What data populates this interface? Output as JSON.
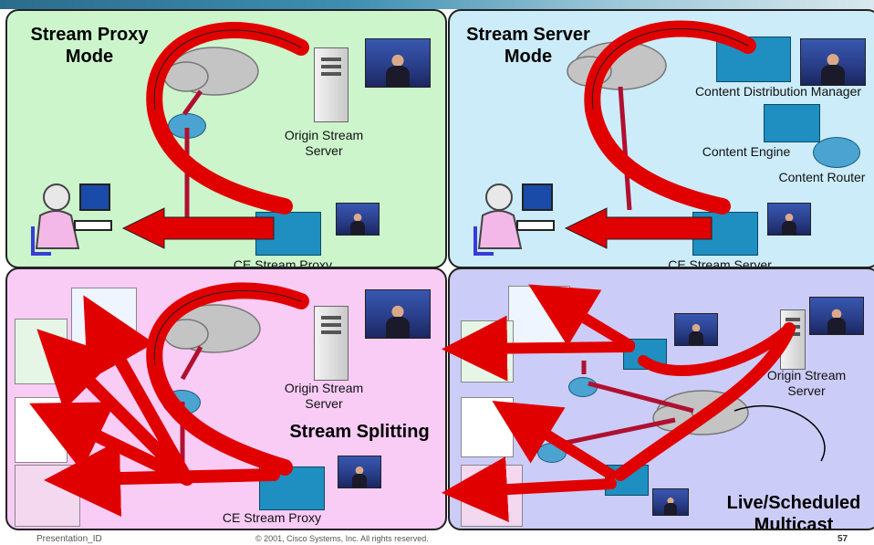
{
  "panels": {
    "proxy": {
      "title_line1": "Stream Proxy",
      "title_line2": "Mode",
      "origin_line1": "Origin Stream",
      "origin_line2": "Server",
      "ce_label": "CE Stream Proxy"
    },
    "server": {
      "title_line1": "Stream Server",
      "title_line2": "Mode",
      "cdm_label": "Content Distribution Manager",
      "engine_label": "Content Engine",
      "router_label": "Content Router",
      "ce_label": "CE Stream Server"
    },
    "splitting": {
      "title": "Stream Splitting",
      "origin_line1": "Origin Stream",
      "origin_line2": "Server",
      "ce_label": "CE Stream Proxy"
    },
    "multicast": {
      "title_line1": "Live/Scheduled",
      "title_line2": "Multicast",
      "origin_line1": "Origin Stream",
      "origin_line2": "Server"
    }
  },
  "footer": {
    "presentation_id": "Presentation_ID",
    "copyright": "© 2001, Cisco Systems, Inc. All rights reserved.",
    "page_number": "57"
  },
  "colors": {
    "arrow_red": "#e00000",
    "ce_blue": "#1e8fc0",
    "line_maroon": "#b01030"
  }
}
